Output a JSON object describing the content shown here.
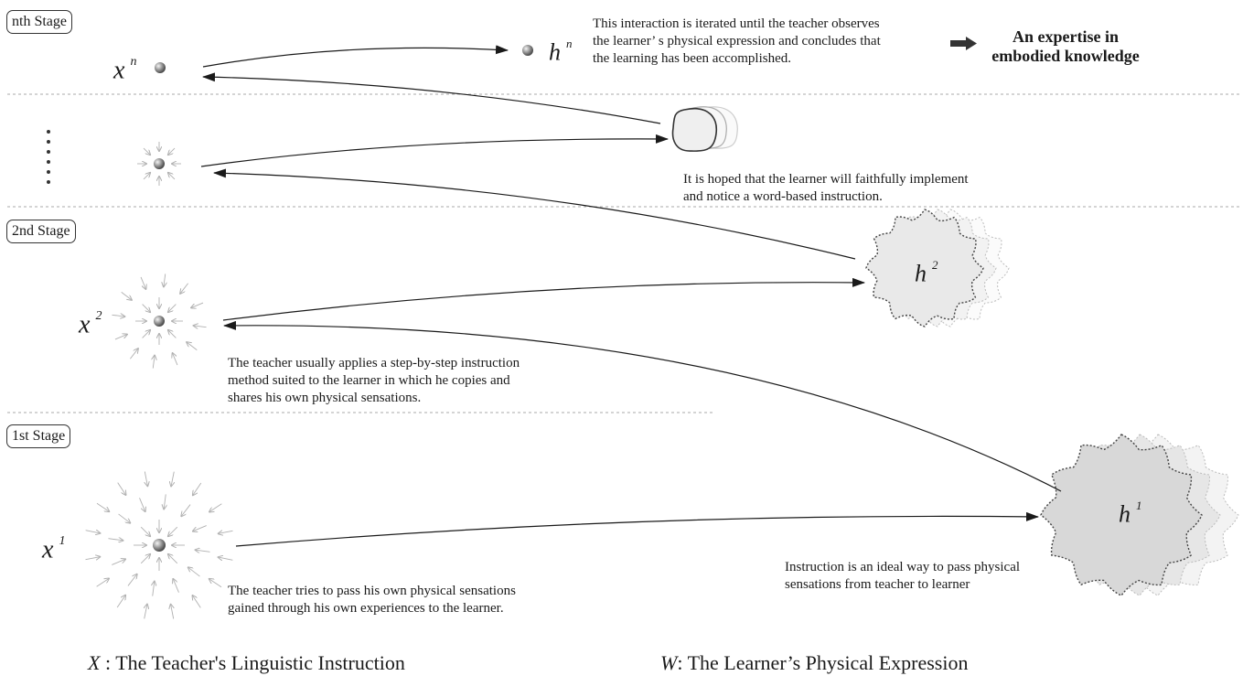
{
  "stages": {
    "nth": "nth Stage",
    "second": "2nd Stage",
    "first": "1st Stage"
  },
  "teacher_vars": {
    "base": "x",
    "nth_sup": "n",
    "second_sup": "2",
    "first_sup": "1"
  },
  "learner_vars": {
    "base": "h",
    "nth_sup": "n",
    "second_sup": "2",
    "first_sup": "1"
  },
  "notes": {
    "nth": "This interaction is iterated until the teacher observes\nthe learner’ s physical expression and concludes that\nthe learning has been accomplished.",
    "middle": "It is hoped that the learner will faithfully implement\nand notice a word-based instruction.",
    "second": "The teacher usually applies a step-by-step instruction\nmethod suited to the learner in which he copies and\nshares his own physical sensations.",
    "first": "The teacher tries to pass his own physical sensations\ngained through his own experiences to the learner.",
    "instruction": "Instruction is an ideal way to pass physical\nsensations from teacher to learner"
  },
  "outcome": "An expertise in\nembodied knowledge",
  "legend": {
    "x_symbol": "X",
    "x_text": "The Teacher's Linguistic Instruction",
    "w_symbol": "W",
    "w_text": "The Learner’s Physical Expression",
    "separator": ":"
  },
  "icons": {
    "outcome_arrow": "thick-right-arrow-icon",
    "ellipsis": "vertical-dots-icon"
  },
  "colors": {
    "line": "#1a1a1a",
    "dashed_divider": "#aaaaaa",
    "blob_fill": "#e6e6e6",
    "blob_fill_dark": "#d6d6d6",
    "ray": "#b0b0b0"
  }
}
